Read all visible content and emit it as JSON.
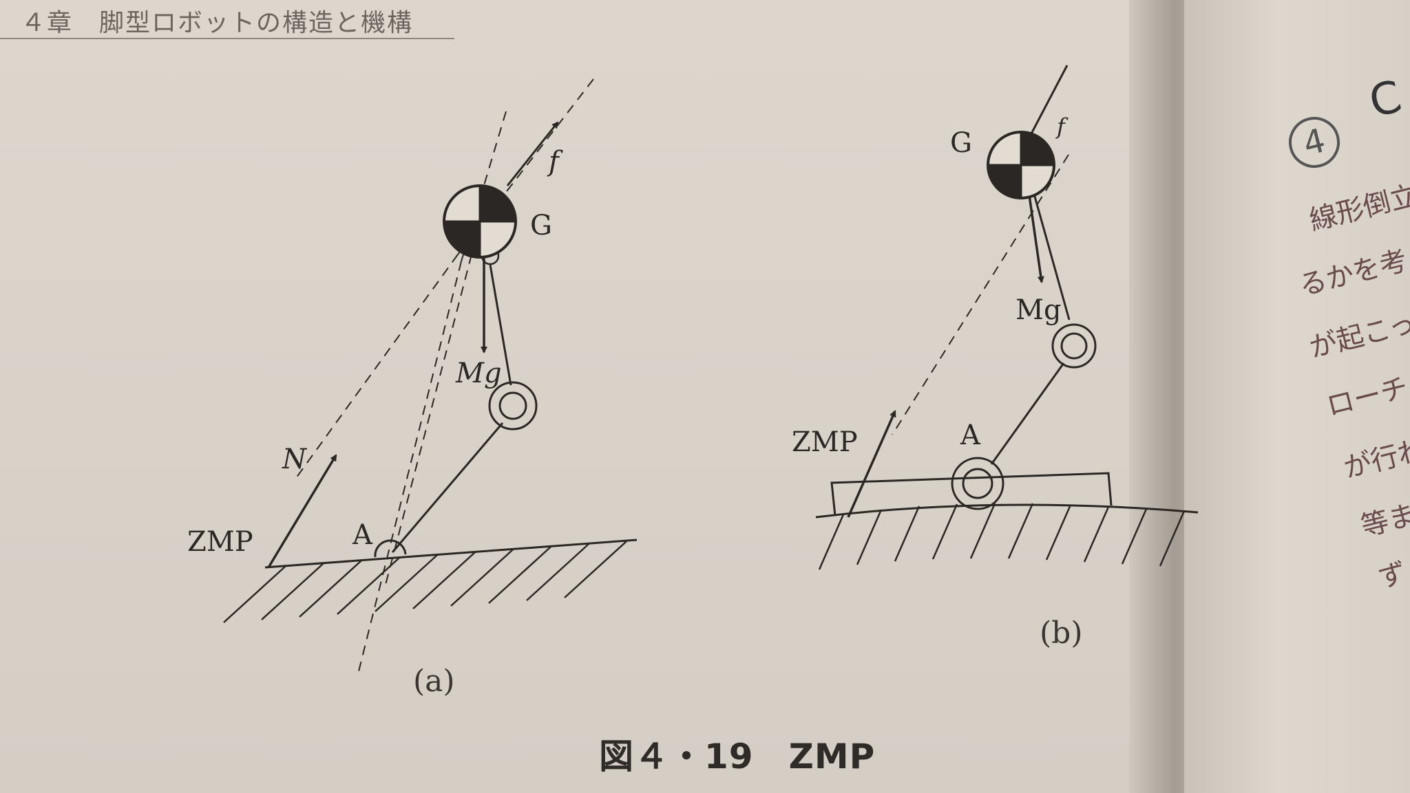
{
  "header": {
    "text": "４章　脚型ロボットの構造と機構"
  },
  "figure": {
    "caption": "図４・19　ZMP",
    "panel_a": {
      "label": "(a)",
      "G": "G",
      "f": "f",
      "Mg": "Mg",
      "N": "N",
      "ZMP": "ZMP",
      "A": "A"
    },
    "panel_b": {
      "label": "(b)",
      "G": "G",
      "f": "f",
      "Mg": "Mg",
      "ZMP": "ZMP",
      "A": "A"
    }
  },
  "right_page": {
    "heading": "C",
    "chapter_number": "4",
    "lines": [
      "線形倒立",
      "るかを考",
      "が起こっ",
      "ローチ",
      "が行わ",
      "等ま",
      "ず"
    ]
  },
  "colors": {
    "paper": "#dcd6cd",
    "ink": "#2a2724",
    "gutter": "#a59d93"
  }
}
